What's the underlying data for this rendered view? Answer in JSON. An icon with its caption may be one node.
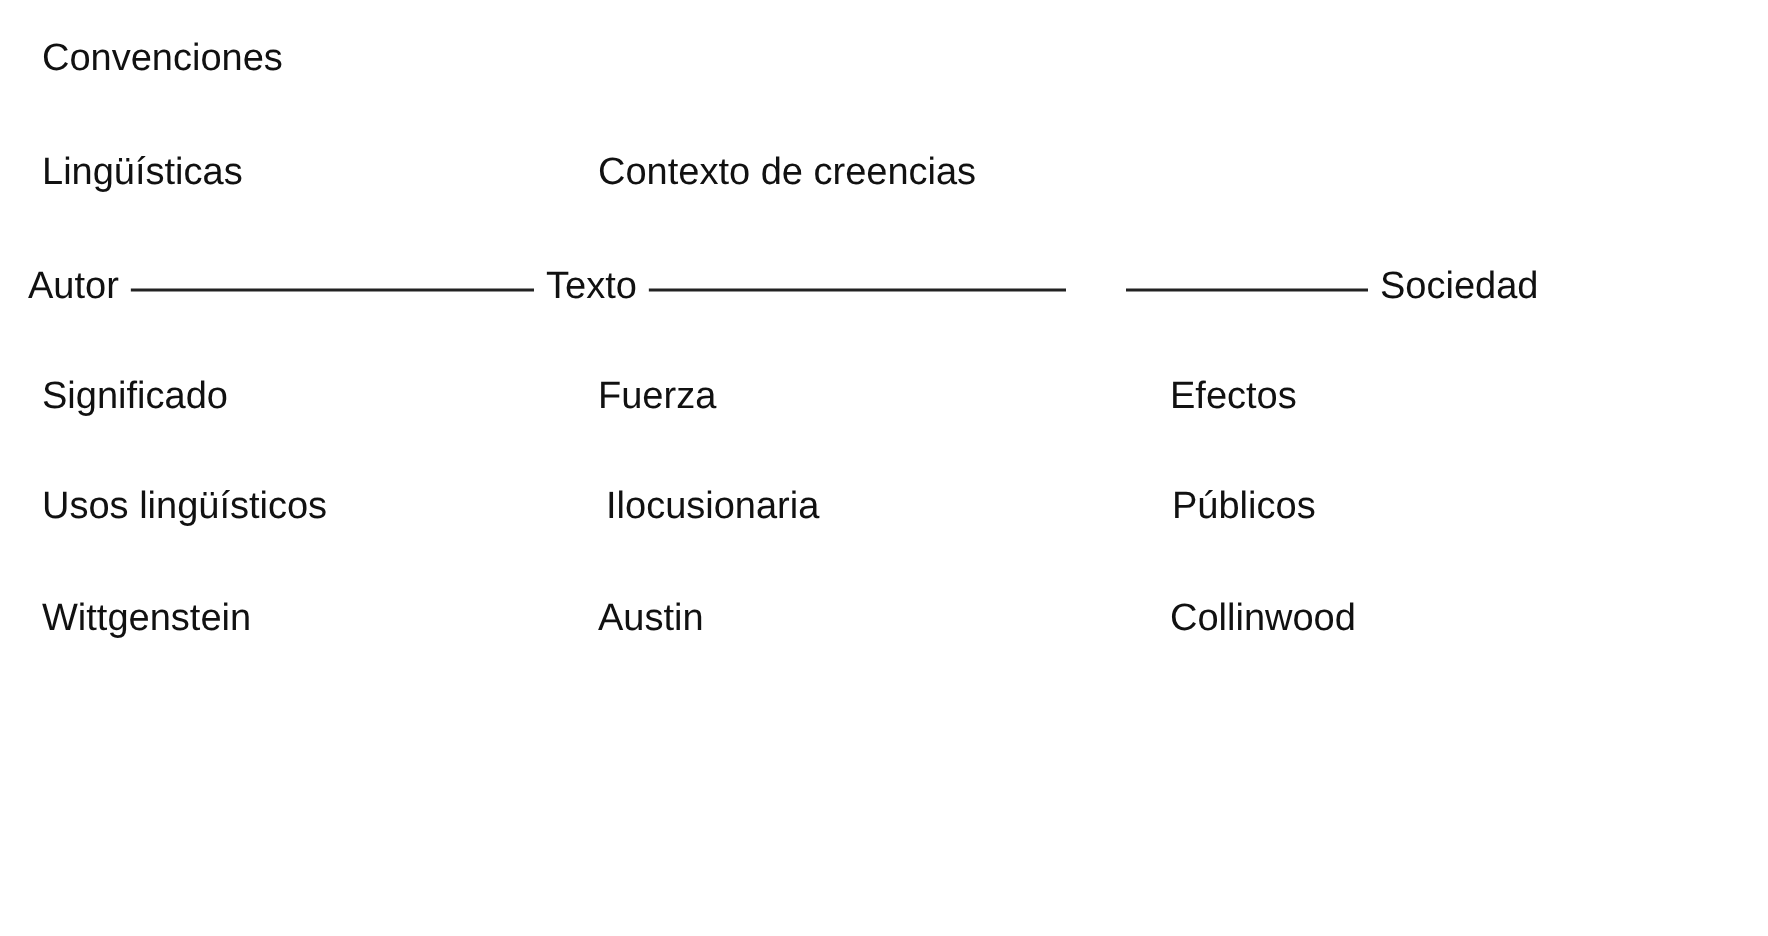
{
  "diagram": {
    "nodes": [
      {
        "text": [
          "Autor"
        ]
      },
      {
        "text": [
          "Texto"
        ]
      },
      {
        "text": [
          "Sociedad"
        ]
      }
    ],
    "edges": [
      {
        "from": 0,
        "to": 1,
        "arrow": "none"
      },
      {
        "from": 1,
        "to": null,
        "arrow": "none"
      },
      {
        "from": null,
        "to": 2,
        "arrow": "none"
      }
    ],
    "labels": [
      "Convenciones",
      "Lingüísticas",
      "Contexto de creencias",
      "Significado",
      "Fuerza",
      "Efectos",
      "Usos lingüísticos",
      "Ilocusionaria",
      "Públicos",
      "Wittgenstein",
      "Austin",
      "Collinwood"
    ]
  }
}
